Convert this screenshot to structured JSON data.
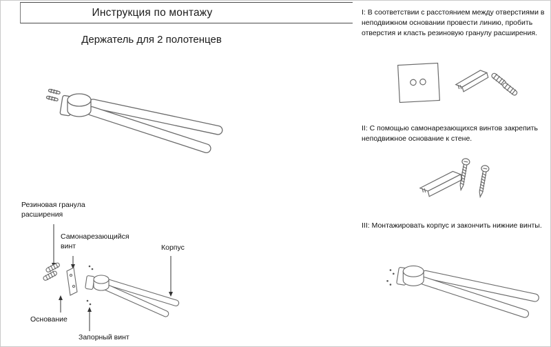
{
  "header": {
    "title": "Инструкция по монтажу"
  },
  "subtitle": "Держатель для 2 полотенцев",
  "exploded_labels": {
    "rubber_granule": "Резиновая гранула расширения",
    "self_tapping_screw": "Самонарезающийся винт",
    "body": "Корпус",
    "base": "Основание",
    "locking_screw": "Запорный винт"
  },
  "steps": [
    {
      "id": "I",
      "text": "I: В соответствии с расстоянием между отверстиями в неподвижном основании провести линию, пробить отверстия и класть резиновую гранулу расширения."
    },
    {
      "id": "II",
      "text": "II: С помощью самонарезающихся винтов закрепить неподвижное основание к стене."
    },
    {
      "id": "III",
      "text": "III: Монтажировать корпус и закончить нижние винты."
    }
  ],
  "illustrations": {
    "main": "double-towel-holder",
    "exploded": "exploded-assembly-view",
    "step1": "wall-template-base-and-rubber-anchors",
    "step2": "base-and-self-tapping-screws",
    "step3": "assembled-towel-holder"
  }
}
